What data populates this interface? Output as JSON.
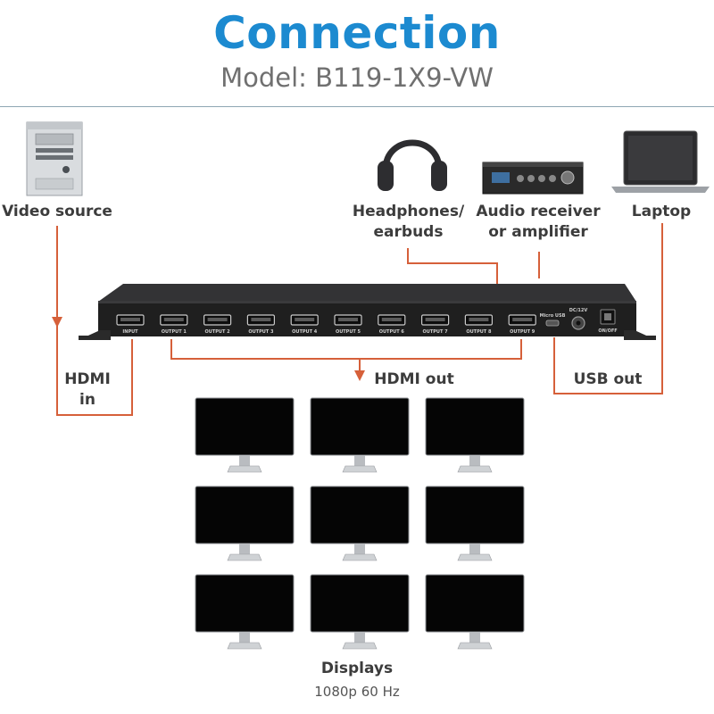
{
  "header": {
    "title": "Connection",
    "subtitle": "Model: B119-1X9-VW"
  },
  "devices": {
    "video_source": "Video source",
    "headphones_line1": "Headphones/",
    "headphones_line2": "earbuds",
    "audio_line1": "Audio receiver",
    "audio_line2": "or amplifier",
    "laptop": "Laptop"
  },
  "connections": {
    "hdmi_in_line1": "HDMI",
    "hdmi_in_line2": "in",
    "hdmi_out": "HDMI out",
    "usb_out": "USB out"
  },
  "splitter": {
    "ports": [
      "INPUT",
      "OUTPUT 1",
      "OUTPUT 2",
      "OUTPUT 3",
      "OUTPUT 4",
      "OUTPUT 5",
      "OUTPUT 6",
      "OUTPUT 7",
      "OUTPUT 8",
      "OUTPUT 9"
    ],
    "micro_usb": "Micro USB",
    "dc": "DC/12V",
    "onoff": "ON/OFF"
  },
  "displays": {
    "caption": "Displays",
    "resolution": "1080p 60 Hz",
    "count": 9
  },
  "colors": {
    "accent": "#1c8ad0",
    "connector": "#d6603a",
    "device_body": "#1f1f1f"
  }
}
